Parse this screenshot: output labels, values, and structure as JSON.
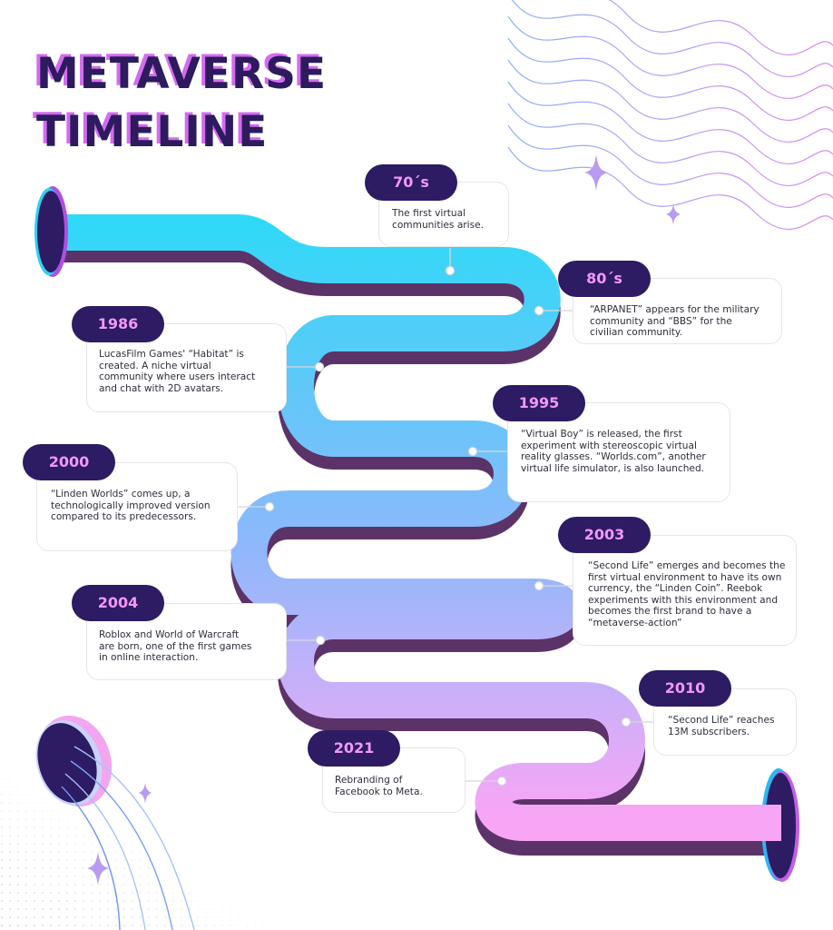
{
  "title": {
    "line1": "METAVERSE",
    "line2": "TIMELINE"
  },
  "colors": {
    "navy": "#2d1b63",
    "pill_text": "#f199f4",
    "title_shadow": "#d36cf0",
    "road_start": "#2fd9f7",
    "road_end": "#f9a5f5",
    "road_side": "#5c3368"
  },
  "events": [
    {
      "year": "70´s",
      "text": [
        "The first virtual",
        "communities arise."
      ]
    },
    {
      "year": "80´s",
      "text": [
        "“ARPANET” appears for the military",
        "community and “BBS” for the",
        "civilian community."
      ]
    },
    {
      "year": "1986",
      "text": [
        "LucasFilm Games' “Habitat” is",
        "created. A niche virtual",
        "community where users interact",
        "and chat with 2D avatars."
      ]
    },
    {
      "year": "1995",
      "text": [
        "“Virtual Boy” is released, the first",
        "experiment with stereoscopic virtual",
        "reality glasses. “Worlds.com”, another",
        "virtual life simulator, is also launched."
      ]
    },
    {
      "year": "2000",
      "text": [
        "“Linden Worlds” comes up, a",
        "technologically improved version",
        "compared to its predecessors."
      ]
    },
    {
      "year": "2003",
      "text": [
        "“Second Life” emerges and becomes the",
        "first virtual environment to have its own",
        "currency, the “Linden Coin”. Reebok",
        "experiments with this environment and",
        "becomes the first brand to have a",
        "“metaverse-action”"
      ]
    },
    {
      "year": "2004",
      "text": [
        "Roblox and World of Warcraft",
        "are born, one of the first games",
        "in online interaction."
      ]
    },
    {
      "year": "2010",
      "text": [
        "“Second Life” reaches",
        "13M subscribers."
      ]
    },
    {
      "year": "2021",
      "text": [
        "Rebranding of",
        "Facebook to Meta."
      ]
    }
  ]
}
